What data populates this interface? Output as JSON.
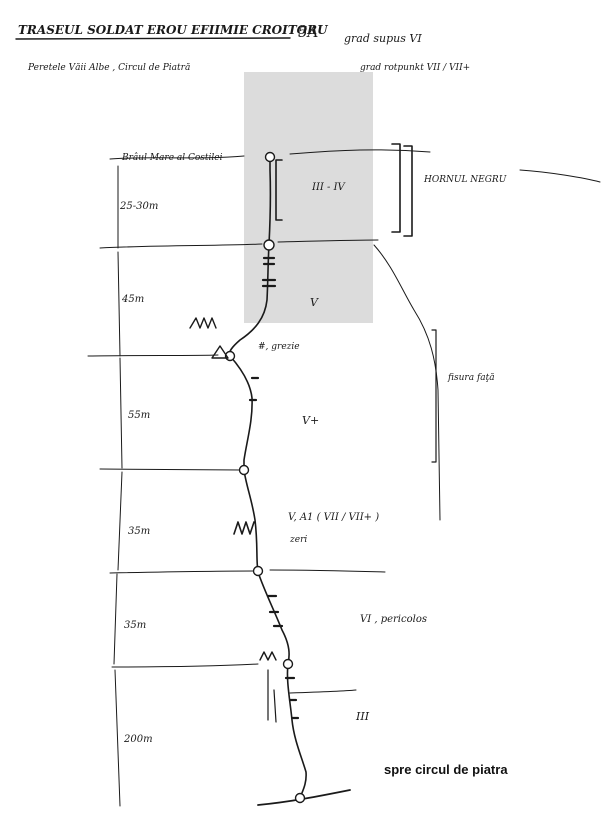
{
  "header": {
    "title": "TRASEUL SOLDAT EROU EFIIMIE CROITORU",
    "difficulty_class": "5A",
    "grade_proposed": "grad supus VI",
    "location": "Peretele Văii Albe , Circul de Piatră",
    "grade_free_climb": "grad rotpunkt VII / VII+"
  },
  "diagram": {
    "top_ledge_label": "Brâul Mare al Costilei",
    "top_feature_label": "HORNUL NEGRU",
    "side_feature_label": "fisura faţă",
    "bottom_label": "spre circul de piatra",
    "pitches": [
      {
        "length": "25-30m",
        "grade": "III - IV",
        "note": ""
      },
      {
        "length": "45m",
        "grade": "V",
        "note": "#, grezie"
      },
      {
        "length": "55m",
        "grade": "V+",
        "note": ""
      },
      {
        "length": "35m",
        "grade": "V, A1 ( VII / VII+ )",
        "note": "zeri"
      },
      {
        "length": "35m",
        "grade": "VI , pericolos",
        "note": ""
      },
      {
        "length": "200m",
        "grade": "III",
        "note": ""
      }
    ]
  },
  "style": {
    "ink": "#1a1a1a",
    "shade": "#dcdcdc",
    "paper": "#ffffff"
  }
}
